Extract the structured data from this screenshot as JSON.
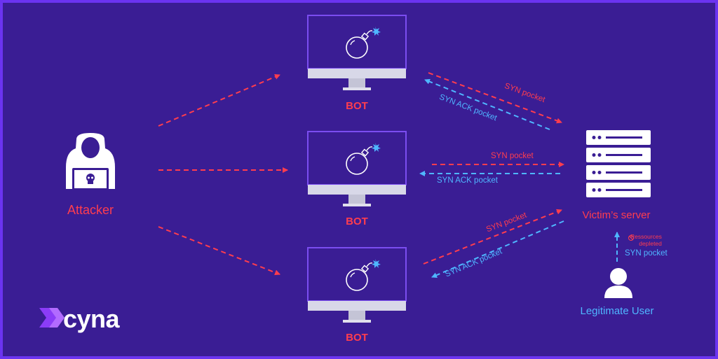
{
  "nodes": {
    "attacker_label": "Attacker",
    "bot_labels": [
      "BOT",
      "BOT",
      "BOT"
    ],
    "victim_label": "Victim’s server",
    "user_label": "Legitimate User"
  },
  "edges": {
    "syn_label": "SYN  pocket",
    "syn_ack_label": "SYN ACK pocket",
    "user_syn_label": "SYN pocket",
    "resources_line1": "Ressources",
    "resources_line2": "depleted"
  },
  "logo": {
    "text": "cyna"
  },
  "colors": {
    "background": "#3a1d94",
    "border": "#6b33f0",
    "attack_red": "#ff3d4e",
    "response_blue": "#4fb6ff",
    "monitor_outline": "#7b4df0"
  }
}
